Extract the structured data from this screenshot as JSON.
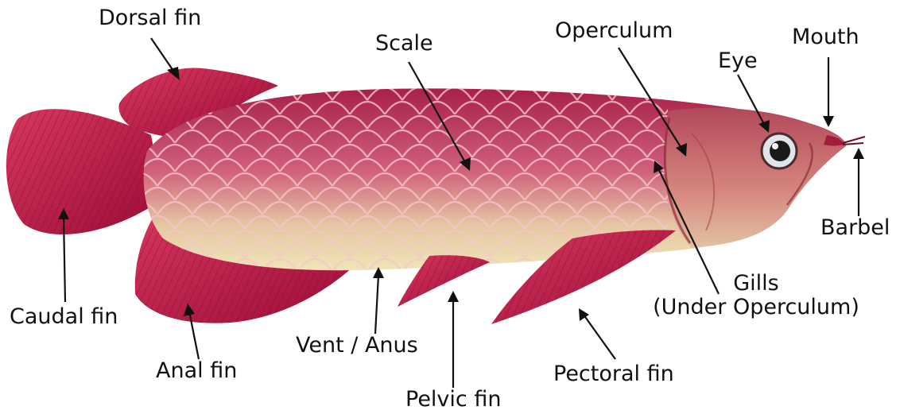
{
  "diagram": {
    "subject": "fish",
    "colors": {
      "body_red": "#c12a4c",
      "fin_red": "#c01c44",
      "belly": "#ecdcb0",
      "scale_edge": "#f2c4c8",
      "label_text": "#111111",
      "arrow": "#111111"
    },
    "labels": {
      "dorsal_fin": "Dorsal fin",
      "scale": "Scale",
      "operculum": "Operculum",
      "eye": "Eye",
      "mouth": "Mouth",
      "barbel": "Barbel",
      "caudal_fin": "Caudal fin",
      "gills_line1": "Gills",
      "gills_line2": "(Under Operculum)",
      "anal_fin": "Anal fin",
      "vent_anus": "Vent / Anus",
      "pectoral_fin": "Pectoral fin",
      "pelvic_fin": "Pelvic fin"
    }
  }
}
